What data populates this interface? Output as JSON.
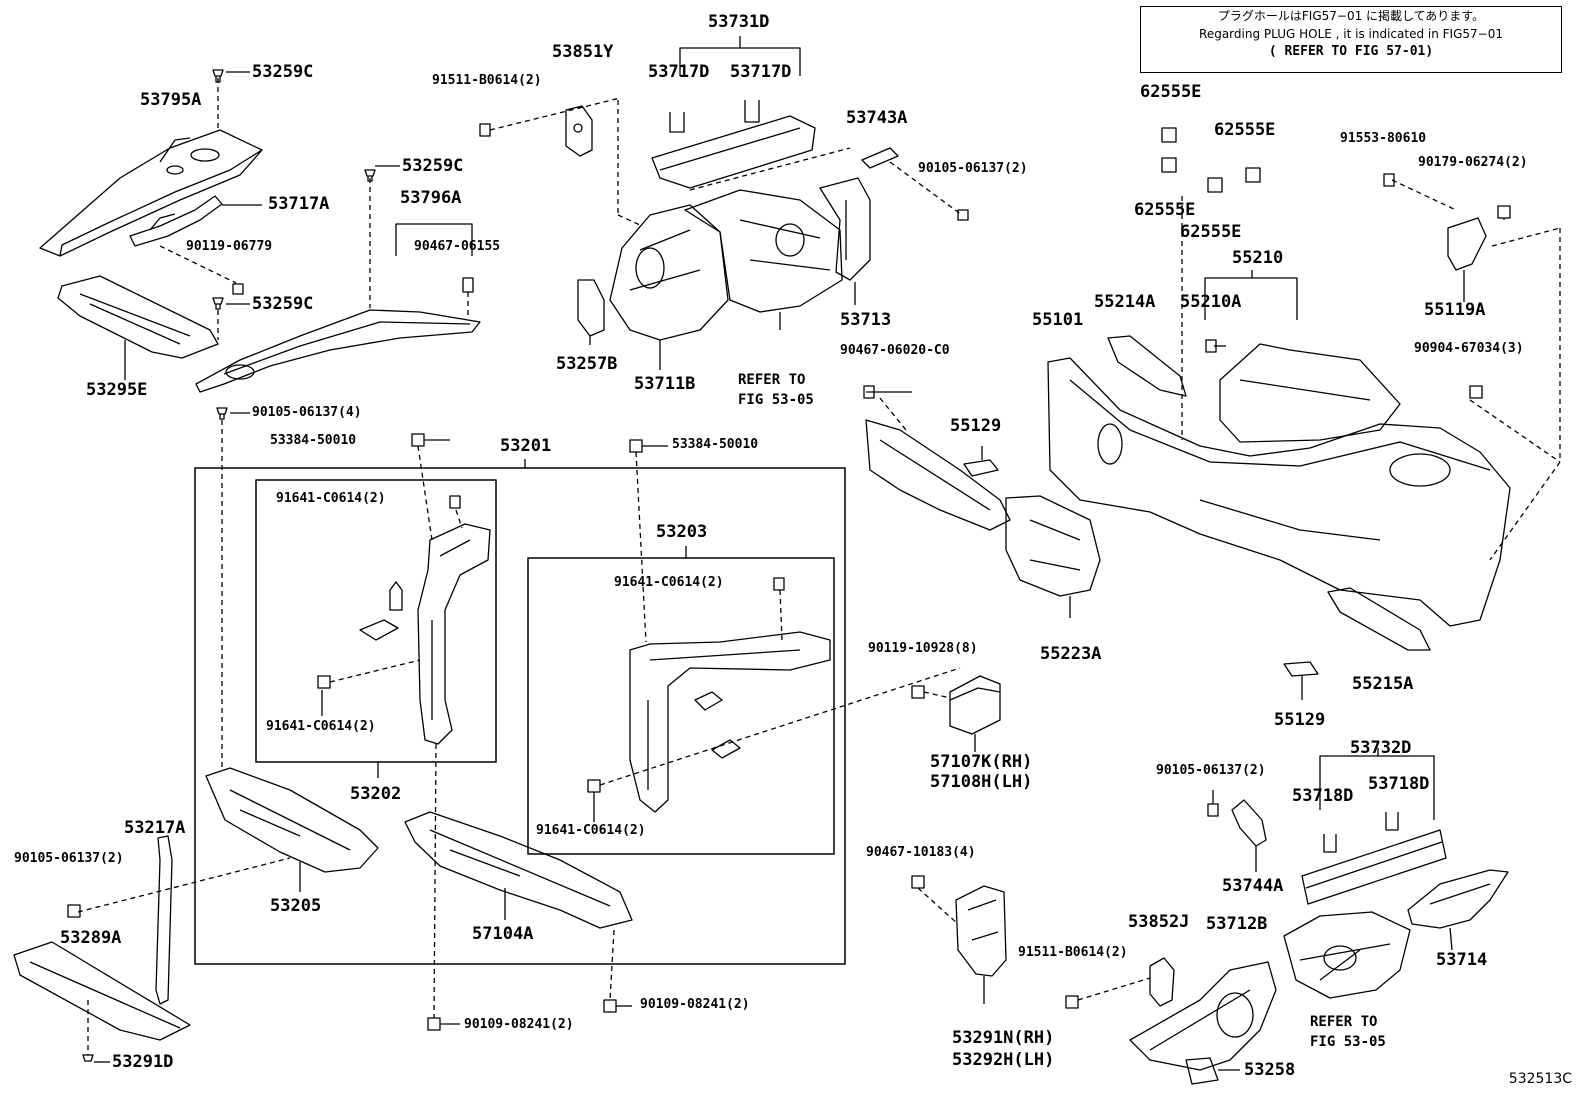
{
  "note": {
    "line_jp": "プラグホールはFIG57−01 に掲載してあります。",
    "line_en": "Regarding PLUG HOLE , it is indicated in FIG57−01",
    "line_ref": "( REFER TO FIG 57-01)"
  },
  "refer_notes": {
    "a_line1": "REFER TO",
    "a_line2": "FIG 53-05",
    "b_line1": "REFER TO",
    "b_line2": "FIG 53-05"
  },
  "figure_code": "532513C",
  "labels": {
    "p53731D": "53731D",
    "p53851Y": "53851Y",
    "p53717D_a": "53717D",
    "p53717D_b": "53717D",
    "p91511_B0614_top": "91511-B0614(2)",
    "p53743A": "53743A",
    "p90105_06137_top": "90105-06137(2)",
    "p53713": "53713",
    "p53257B": "53257B",
    "p53711B": "53711B",
    "p53259C_1": "53259C",
    "p53795A": "53795A",
    "p53717A": "53717A",
    "p90119_06779": "90119-06779",
    "p53259C_2": "53259C",
    "p53295E": "53295E",
    "p53259C_3": "53259C",
    "p53796A": "53796A",
    "p90467_06155": "90467-06155",
    "p90105_06137_4": "90105-06137(4)",
    "p53384_50010_a": "53384-50010",
    "p53384_50010_b": "53384-50010",
    "p53201": "53201",
    "p91641_C0614_a": "91641-C0614(2)",
    "p91641_C0614_b": "91641-C0614(2)",
    "p53203": "53203",
    "p91641_C0614_c": "91641-C0614(2)",
    "p91641_C0614_d": "91641-C0614(2)",
    "p53202": "53202",
    "p53217A": "53217A",
    "p90105_06137_2b": "90105-06137(2)",
    "p53205": "53205",
    "p53289A": "53289A",
    "p53291D": "53291D",
    "p57104A": "57104A",
    "p90109_08241_a": "90109-08241(2)",
    "p90109_08241_b": "90109-08241(2)",
    "p62555E_1": "62555E",
    "p62555E_2": "62555E",
    "p62555E_3": "62555E",
    "p62555E_4": "62555E",
    "p91553_80610": "91553-80610",
    "p90179_06274": "90179-06274(2)",
    "p55210": "55210",
    "p55119A": "55119A",
    "p55101": "55101",
    "p55214A": "55214A",
    "p55210A": "55210A",
    "p90467_06020": "90467-06020-C0",
    "p90904_67034": "90904-67034(3)",
    "p55129_a": "55129",
    "p55223A": "55223A",
    "p55215A": "55215A",
    "p55129_b": "55129",
    "p90119_10928": "90119-10928(8)",
    "p57107K": "57107K(RH)",
    "p57108H": "57108H(LH)",
    "p53732D": "53732D",
    "p90105_06137_c": "90105-06137(2)",
    "p53718D_a": "53718D",
    "p53718D_b": "53718D",
    "p53744A": "53744A",
    "p90467_10183": "90467-10183(4)",
    "p53852J": "53852J",
    "p53712B": "53712B",
    "p91511_B0614_bot": "91511-B0614(2)",
    "p53714": "53714",
    "p53291N": "53291N(RH)",
    "p53292H": "53292H(LH)",
    "p53258": "53258"
  }
}
